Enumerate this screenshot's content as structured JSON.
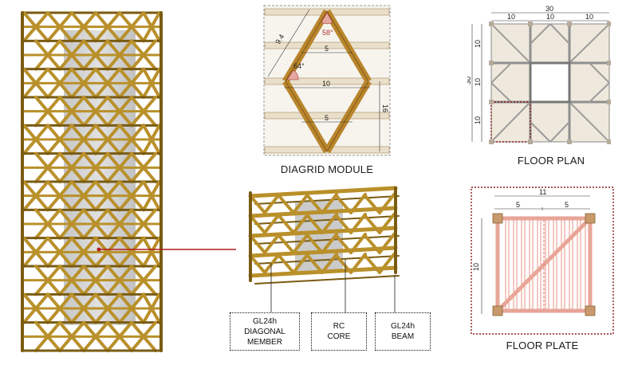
{
  "colors": {
    "timber": "#b9902a",
    "timber_dark": "#7a5b12",
    "light_timber": "#e8dcc0",
    "core_grey": "#a9a9a9",
    "plate_frame": "#e8a598",
    "dotted_red": "#8b1a1a"
  },
  "diagrid_module": {
    "caption": "DIAGRID MODULE",
    "dim_diagonal": "9.4",
    "angle_top": "58°",
    "angle_left": "64°",
    "dim_top_beam": "5",
    "dim_middle_beam": "10",
    "dim_lower_beam": "5",
    "dim_height": "16"
  },
  "floor_plan": {
    "caption": "FLOOR PLAN",
    "dim_total_width": "30",
    "dim_segments_top": [
      "10",
      "10",
      "10"
    ],
    "dim_total_height": "30",
    "dim_segments_left": [
      "10",
      "10",
      "10"
    ]
  },
  "floor_plate": {
    "caption": "FLOOR PLATE",
    "dim_width": "11",
    "dim_half_left": "5",
    "dim_half_right": "5",
    "dim_height": "10"
  },
  "labels": {
    "diagonal": [
      "GL24h",
      "DIAGONAL",
      "MEMBER"
    ],
    "core": [
      "RC",
      "CORE"
    ],
    "beam": [
      "GL24h",
      "BEAM"
    ]
  }
}
